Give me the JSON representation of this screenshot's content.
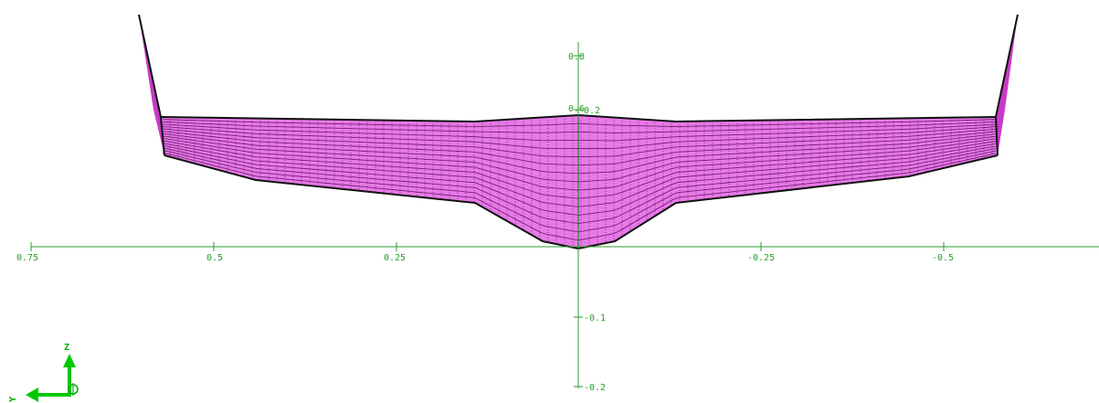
{
  "colors": {
    "axis": "#2e9b2e",
    "hull_fill": "#e879e8",
    "hull_side": "#c83ac8",
    "mesh": "#7a1f7a",
    "edge": "#111111",
    "triad": "#00c800"
  },
  "axes": {
    "horizontal_ticks": [
      "0.75",
      "0.5",
      "0.25",
      "-0.25",
      "-0.5"
    ],
    "vertical_ticks": [
      "0.8",
      "0.6",
      "0.2",
      "-0.1",
      "-0.2"
    ]
  },
  "triad": {
    "z_label": "Z",
    "y_label": "Y"
  }
}
